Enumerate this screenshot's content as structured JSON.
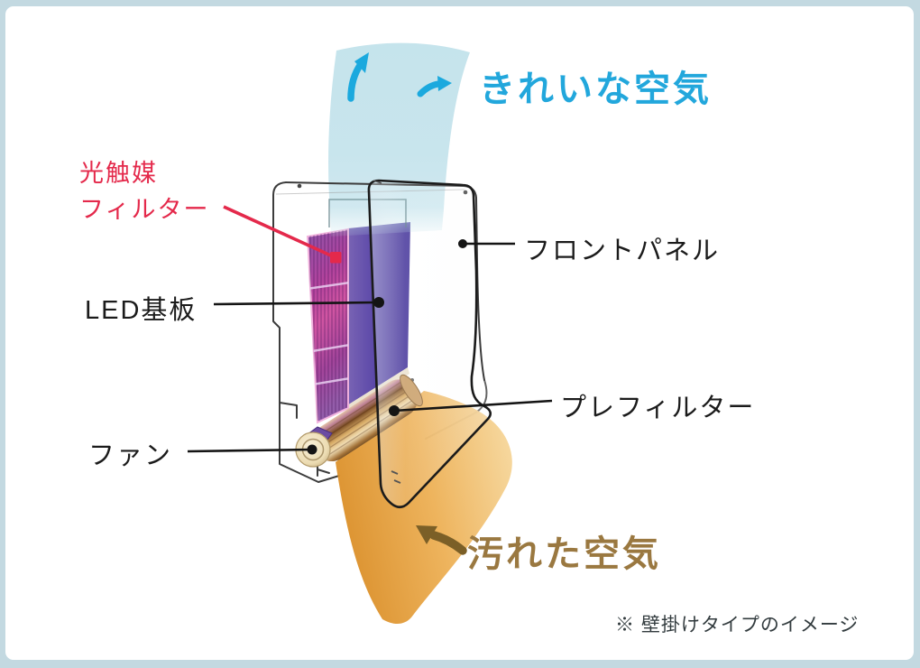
{
  "labels": {
    "clean_air": "きれいな空気",
    "dirty_air": "汚れた空気",
    "photocatalyst_line1": "光触媒",
    "photocatalyst_line2": "フィルター",
    "led_board": "LED基板",
    "front_panel": "フロントパネル",
    "pre_filter": "プレフィルター",
    "fan": "ファン",
    "note": "※ 壁掛けタイプのイメージ"
  },
  "icons": {
    "clean_air_up_arrow": "curved-arrow-up",
    "clean_air_right_arrow": "curved-arrow-right",
    "dirty_air_arrow": "curved-arrow-up-left"
  },
  "colors": {
    "page_border": "#c3d9e1",
    "content_bg": "#ffffff",
    "clean_air_text": "#22a7dc",
    "clean_air_arrow": "#1ba9de",
    "clean_air_stream": "#c2e2eb",
    "dirty_air_text": "#9a7840",
    "dirty_air_arrow": "#7b5f27",
    "dirty_air_stream": "#edb055",
    "photocatalyst_label": "#e4294b",
    "part_label_text": "#1b1b1b",
    "note_text": "#323b3e",
    "led_board_panel": "#5a47a8",
    "photocatalyst_filter": "#d0509f",
    "outline": "#2a2a2a"
  }
}
